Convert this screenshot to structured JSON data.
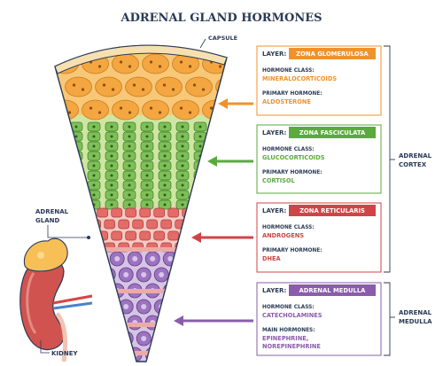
{
  "title": "ADRENAL GLAND HORMONES",
  "capsule_label": "CAPSULE",
  "organ_labels": {
    "adrenal_gland": [
      "ADRENAL",
      "GLAND"
    ],
    "kidney": "KIDNEY"
  },
  "groups": [
    {
      "lines": [
        "ADRENAL",
        "CORTEX"
      ]
    },
    {
      "lines": [
        "ADRENAL",
        "MEDULLA"
      ]
    }
  ],
  "layers": [
    {
      "layer_caption": "LAYER:",
      "name": "ZONA GLOMERULOSA",
      "class_caption": "HORMONE CLASS:",
      "class_value": "MINERALOCORTICOIDS",
      "hormone_caption": "PRIMARY HORMONE:",
      "hormone_values": [
        "ALDOSTERONE"
      ],
      "color": "#f0922b"
    },
    {
      "layer_caption": "LAYER:",
      "name": "ZONA FASCICULATA",
      "class_caption": "HORMONE CLASS:",
      "class_value": "GLUCOCORTICOIDS",
      "hormone_caption": "PRIMARY HORMONE:",
      "hormone_values": [
        "CORTISOL"
      ],
      "color": "#5aaa3d"
    },
    {
      "layer_caption": "LAYER:",
      "name": "ZONA RETICULARIS",
      "class_caption": "HORMONE CLASS:",
      "class_value": "ANDROGENS",
      "hormone_caption": "PRIMARY HORMONE:",
      "hormone_values": [
        "DHEA"
      ],
      "color": "#cf4547"
    },
    {
      "layer_caption": "LAYER:",
      "name": "ADRENAL MEDULLA",
      "class_caption": "HORMONE CLASS:",
      "class_value": "CATECHOLAMINES",
      "hormone_caption": "MAIN HORMONES:",
      "hormone_values": [
        "EPINEPHRINE,",
        "NOREPINEPHRINE"
      ],
      "color": "#8a5cab"
    }
  ]
}
